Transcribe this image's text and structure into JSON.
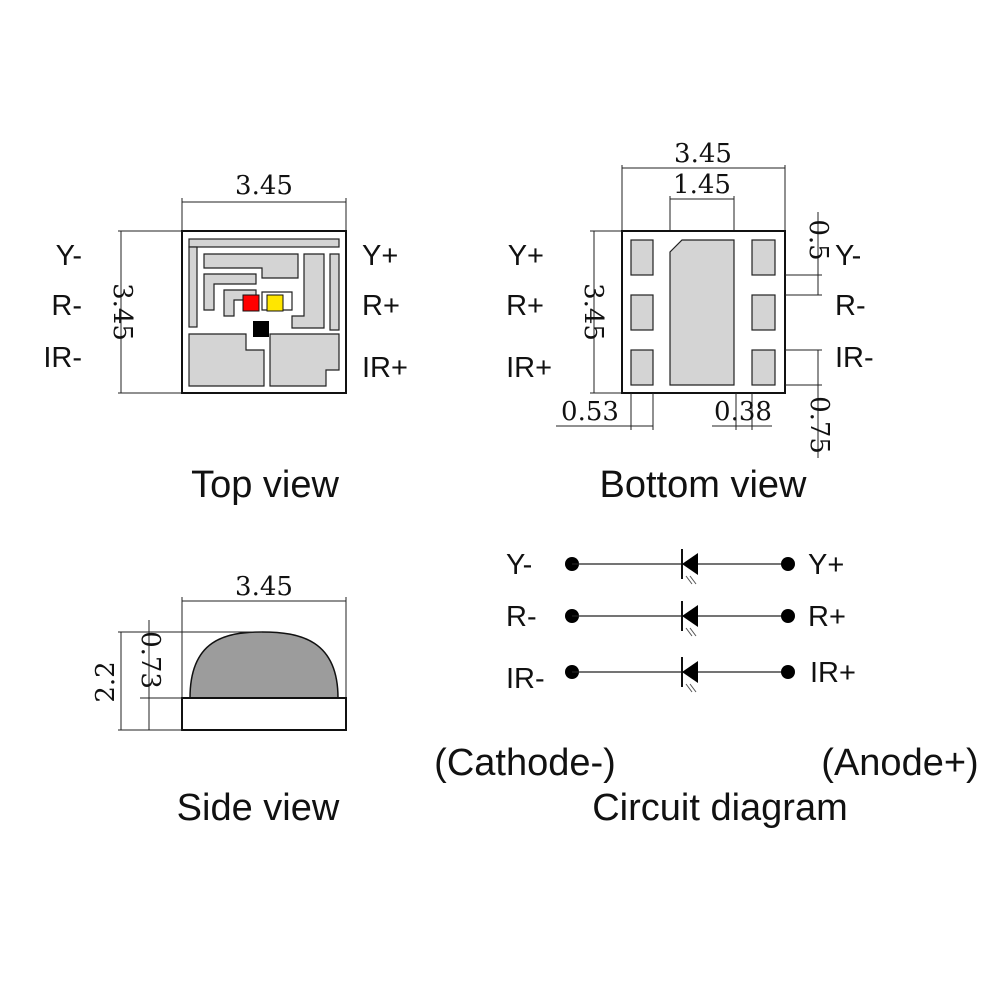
{
  "colors": {
    "pad_fill": "#d4d4d4",
    "dome_fill": "#9c9c9c",
    "chip_red": "#ff0000",
    "chip_yellow": "#ffe600",
    "chip_black": "#000000",
    "outline": "#111111"
  },
  "top_view": {
    "caption": "Top view",
    "dim_width": "3.45",
    "dim_height": "3.45",
    "left_pins": [
      "Y-",
      "R-",
      "IR-"
    ],
    "right_pins": [
      "Y+",
      "R+",
      "IR+"
    ]
  },
  "bottom_view": {
    "caption": "Bottom view",
    "dim_width": "3.45",
    "dim_center_pad": "1.45",
    "dim_height": "3.45",
    "dim_pad_pitch": "0.5",
    "dim_pad_width": "0.53",
    "dim_pad_gap": "0.38",
    "dim_pad_length": "0.75",
    "left_pins": [
      "Y+",
      "R+",
      "IR+"
    ],
    "right_pins": [
      "Y-",
      "R-",
      "IR-"
    ]
  },
  "side_view": {
    "caption": "Side view",
    "dim_width": "3.45",
    "dim_total_height": "2.2",
    "dim_base_height": "0.73"
  },
  "circuit": {
    "caption": "Circuit diagram",
    "cathode_label": "(Cathode-)",
    "anode_label": "(Anode+)",
    "left_pins": [
      "Y-",
      "R-",
      "IR-"
    ],
    "right_pins": [
      "Y+",
      "R+",
      "IR+"
    ]
  }
}
